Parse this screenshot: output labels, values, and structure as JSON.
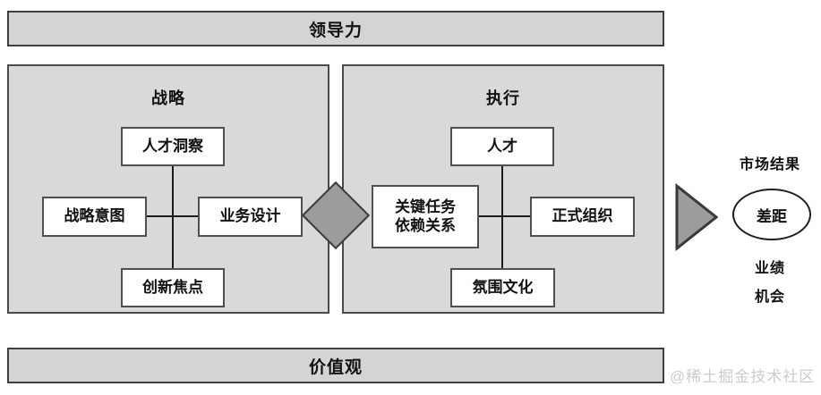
{
  "diagram": {
    "title_banner": "领导力",
    "bottom_banner": "价值观",
    "panels": [
      {
        "id": "strategy",
        "title": "战略",
        "nodes": [
          {
            "id": "talent-insight",
            "label": "人才洞察",
            "position": "top"
          },
          {
            "id": "strategic-intent",
            "label": "战略意图",
            "position": "left"
          },
          {
            "id": "business-design",
            "label": "业务设计",
            "position": "right"
          },
          {
            "id": "innovation-focus",
            "label": "创新焦点",
            "position": "bottom"
          }
        ]
      },
      {
        "id": "execution",
        "title": "执行",
        "nodes": [
          {
            "id": "talent",
            "label": "人才",
            "position": "top"
          },
          {
            "id": "key-tasks",
            "label": "关键任务\n依赖关系",
            "label_line1": "关键任务",
            "label_line2": "依赖关系",
            "position": "left"
          },
          {
            "id": "formal-org",
            "label": "正式组织",
            "position": "right"
          },
          {
            "id": "culture",
            "label": "氛围文化",
            "position": "bottom"
          }
        ]
      }
    ],
    "connector_diamond": {
      "shape": "diamond",
      "fill": "#9c9c9c",
      "stroke": "#3a3a3a"
    },
    "arrow": {
      "shape": "triangle-right",
      "fill": "#9c9c9c",
      "stroke": "#3a3a3a"
    },
    "results": {
      "heading": "市场结果",
      "gap_label": "差距",
      "performance_label": "业绩",
      "opportunity_label": "机会"
    },
    "watermark": "@稀土掘金技术社区",
    "colors": {
      "banner_fill": "#d4d4d4",
      "panel_fill": "#d9d9d9",
      "node_fill": "#ffffff",
      "border": "#4a4a4a",
      "line": "#1b1b1b",
      "accent_gray": "#9c9c9c",
      "watermark": "#cccccc"
    }
  }
}
